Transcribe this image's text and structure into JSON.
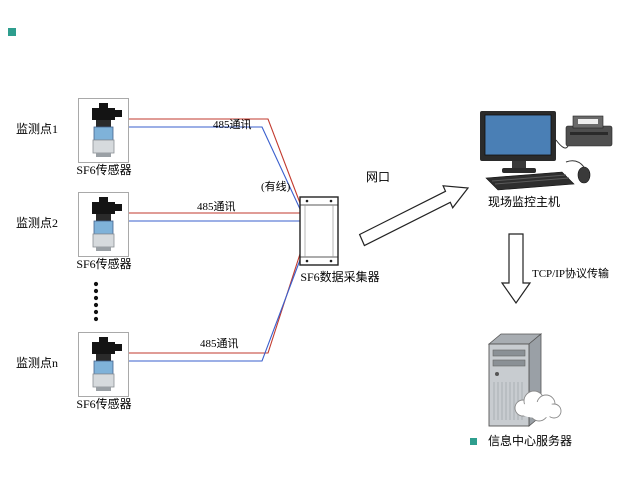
{
  "diagram": {
    "monitoring_points": [
      {
        "point_label": "监测点1",
        "sensor_label": "SF6传感器",
        "comm_label": "485通讯"
      },
      {
        "point_label": "监测点2",
        "sensor_label": "SF6传感器",
        "comm_label": "485通讯"
      },
      {
        "point_label": "监测点n",
        "sensor_label": "SF6传感器",
        "comm_label": "485通讯"
      }
    ],
    "collector": {
      "wired_label": "(有线)",
      "name_label": "SF6数据采集器"
    },
    "network": {
      "port_label": "网口",
      "host_label": "现场监控主机"
    },
    "transmission": {
      "protocol_label": "TCP/IP协议传输"
    },
    "server": {
      "name_label": "信息中心服务器"
    },
    "colors": {
      "wire_red": "#c23a2e",
      "wire_blue": "#3a5fcd",
      "screen_blue": "#4a7fb5",
      "mark_teal": "#2e9e8e"
    }
  }
}
